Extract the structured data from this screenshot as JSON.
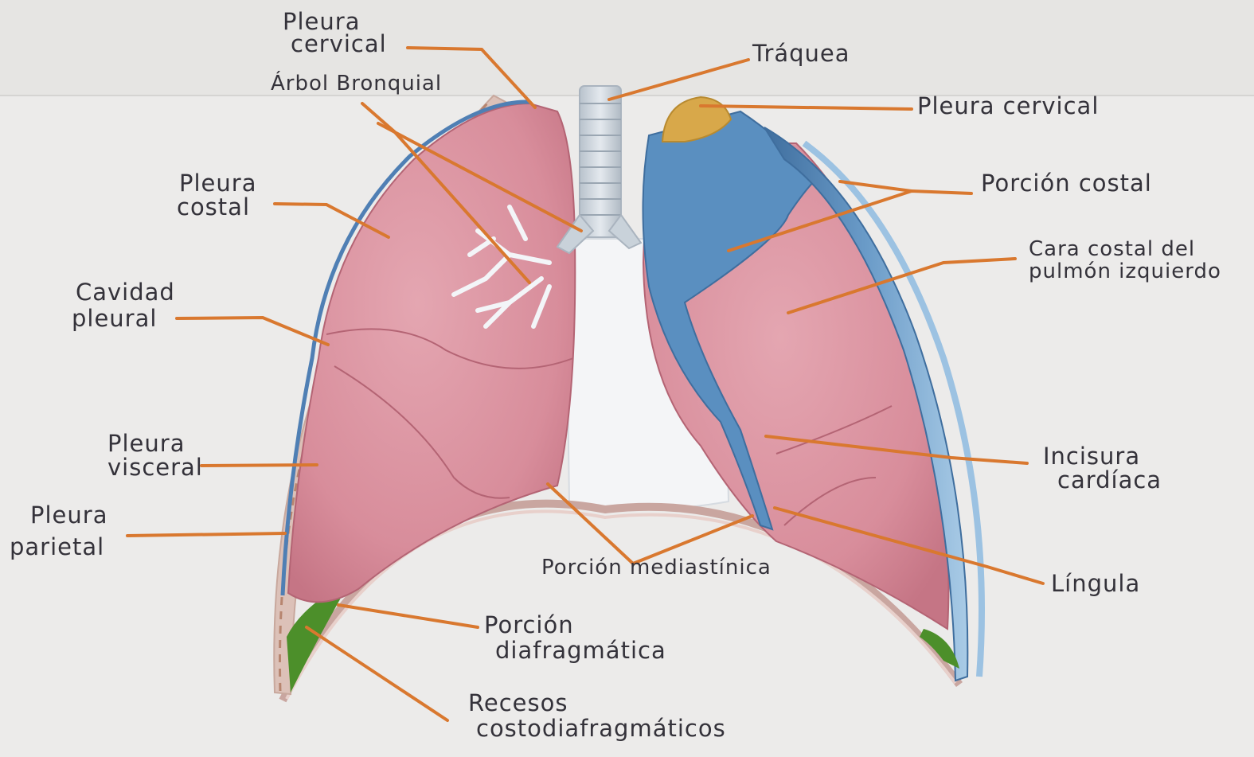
{
  "labels": {
    "pleura_cervical_left_1": "Pleura",
    "pleura_cervical_left_2": "cervical",
    "arbol_bronquial": "Árbol Bronquial",
    "traquea": "Tráquea",
    "pleura_cervical_right": "Pleura cervical",
    "pleura_costal_1": "Pleura",
    "pleura_costal_2": "costal",
    "porcion_costal": "Porción costal",
    "cara_costal_1": "Cara costal del",
    "cara_costal_2": "pulmón izquierdo",
    "cavidad_pleural_1": "Cavidad",
    "cavidad_pleural_2": "pleural",
    "pleura_visceral_1": "Pleura",
    "pleura_visceral_2": "visceral",
    "incisura_cardiaca_1": "Incisura",
    "incisura_cardiaca_2": "cardíaca",
    "pleura_parietal_1": "Pleura",
    "pleura_parietal_2": "parietal",
    "porcion_mediastinica": "Porción mediastínica",
    "lingula": "Língula",
    "porcion_diafragmatica_1": "Porción",
    "porcion_diafragmatica_2": "diafragmática",
    "recesos_1": "Recesos",
    "recesos_2": "costodiafragmáticos"
  },
  "colors": {
    "paper": "#ecebea",
    "leader_line": "#d9782f",
    "lung_pink": "#d98a99",
    "pleura_blue": "#5a8fc0",
    "cervical_yellow": "#d8a84a",
    "recess_green": "#4c8f2a",
    "trachea": "#c9d2da",
    "ink": "#34323a"
  }
}
